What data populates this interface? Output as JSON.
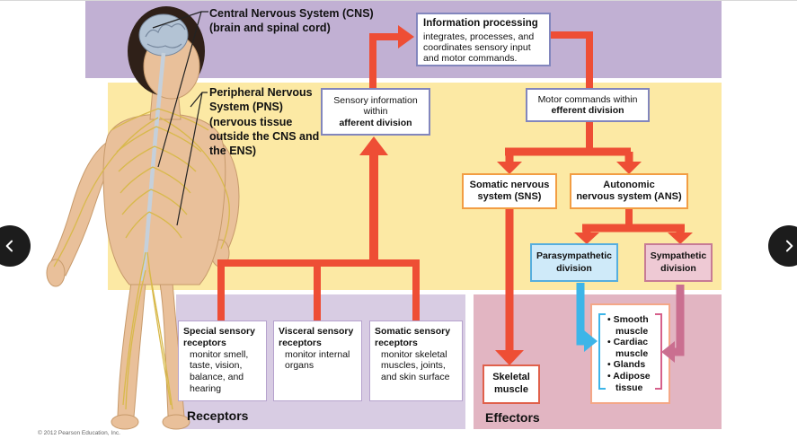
{
  "nav": {
    "prev_icon": "chevron-left",
    "next_icon": "chevron-right"
  },
  "diagram": {
    "cns_label": {
      "title": "Central Nervous System (CNS)",
      "subtitle": "(brain and spinal cord)"
    },
    "pns_label": {
      "title": "Peripheral Nervous System (PNS)",
      "subtitle": "(nervous tissue outside the CNS and the ENS)"
    },
    "info_box": {
      "title": "Information processing",
      "body": "integrates, processes, and coordinates sensory input and motor commands."
    },
    "afferent_box": {
      "text": "Sensory information within",
      "bold_text": "afferent division"
    },
    "efferent_box": {
      "text": "Motor commands within",
      "bold_text": "efferent division"
    },
    "sns_box": {
      "line1": "Somatic nervous",
      "line2": "system (SNS)"
    },
    "ans_box": {
      "line1": "Autonomic",
      "line2": "nervous system (ANS)"
    },
    "parasympathetic_box": "Parasympathetic division",
    "sympathetic_box": "Sympathetic division",
    "receptor_boxes": [
      {
        "title": "Special sensory receptors",
        "description": "monitor smell, taste, vision, balance, and hearing"
      },
      {
        "title": "Visceral sensory receptors",
        "description": "monitor internal organs"
      },
      {
        "title": "Somatic sensory receptors",
        "description": "monitor skeletal muscles, joints, and skin surface"
      }
    ],
    "receptors_label": "Receptors",
    "skeletal_box": "Skeletal muscle",
    "effector_list": [
      "Smooth muscle",
      "Cardiac muscle",
      "Glands",
      "Adipose tissue"
    ],
    "effectors_label": "Effectors",
    "copyright": "© 2012 Pearson Education, Inc.",
    "colors": {
      "cns_band": "#c1b0d3",
      "pns_band": "#fce9a4",
      "receptors_band": "#d8cce3",
      "effectors_band": "#e2b5c2",
      "arrow_red": "#ee4e35",
      "arrow_blue": "#3db5e8",
      "arrow_pink": "#ca6f90"
    }
  }
}
